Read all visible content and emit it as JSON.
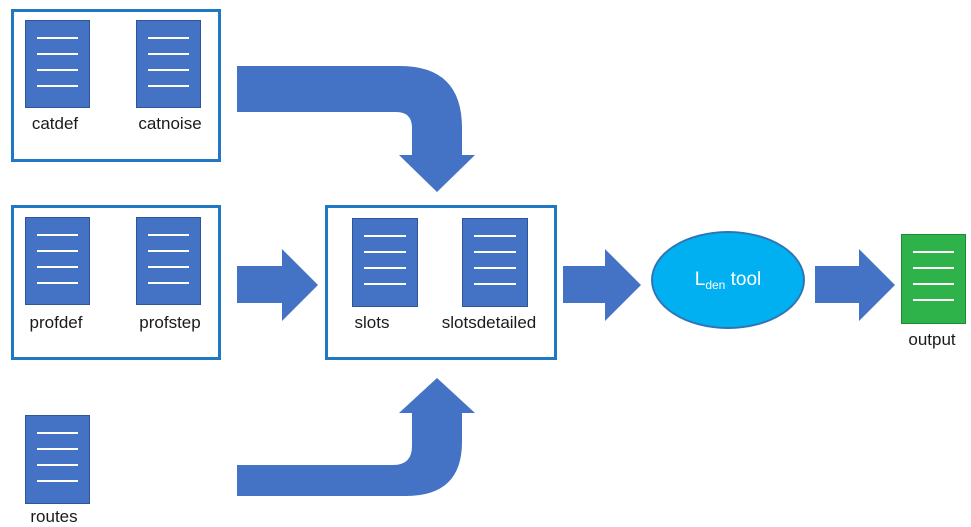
{
  "inputs": {
    "group1": {
      "doc_a": "catdef",
      "doc_b": "catnoise"
    },
    "group2": {
      "doc_a": "profdef",
      "doc_b": "profstep"
    },
    "standalone": "routes"
  },
  "intermediate": {
    "doc_a": "slots",
    "doc_b": "slotsdetailed"
  },
  "tool": {
    "letter": "L",
    "subscript": "den",
    "suffix": " tool"
  },
  "output": {
    "label": "output"
  },
  "colors": {
    "document": "#4472c4",
    "arrow": "#4472c4",
    "box_border": "#1f78c1",
    "tool_fill": "#00b0f0",
    "output_document": "#2eb34a"
  }
}
